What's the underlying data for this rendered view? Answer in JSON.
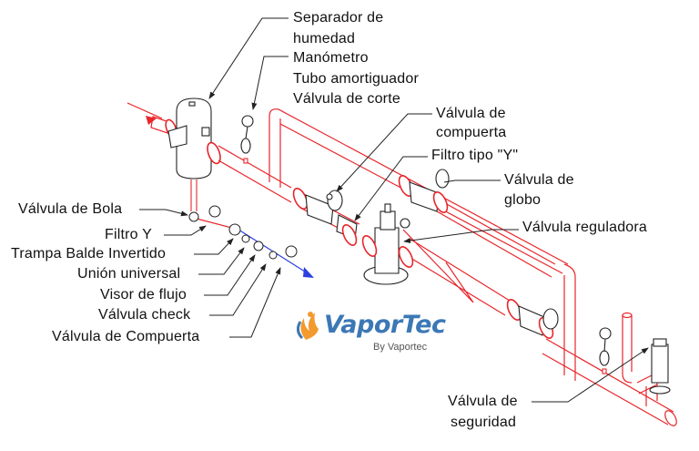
{
  "diagram": {
    "type": "steam-piping-isometric",
    "colors": {
      "pipe": "#e8262b",
      "condensate": "#2b3fe0",
      "equipment": "#222222",
      "leader": "#222222",
      "brand_blue": "#3c78b5",
      "brand_orange": "#f29a2e"
    },
    "labels": {
      "separador_l1": "Separador de",
      "separador_l2": "humedad",
      "manometro": "Manómetro",
      "tubo": "Tubo amortiguador",
      "valvula_corte": "Válvula de corte",
      "compuerta_l1": "Válvula de",
      "compuerta_l2": "compuerta",
      "filtro_y_tipo": "Filtro tipo \"Y\"",
      "globo_l1": "Válvula de",
      "globo_l2": "globo",
      "reguladora": "Válvula reguladora",
      "bola": "Válvula de Bola",
      "filtro_y": "Filtro Y",
      "trampa": "Trampa Balde Invertido",
      "union": "Unión universal",
      "visor": "Visor de flujo",
      "check": "Válvula check",
      "compuerta_cond": "Válvula de Compuerta",
      "seguridad_l1": "Válvula de",
      "seguridad_l2": "seguridad"
    }
  },
  "logo": {
    "brand": "VaporTec",
    "tagline": "By Vaportec"
  }
}
